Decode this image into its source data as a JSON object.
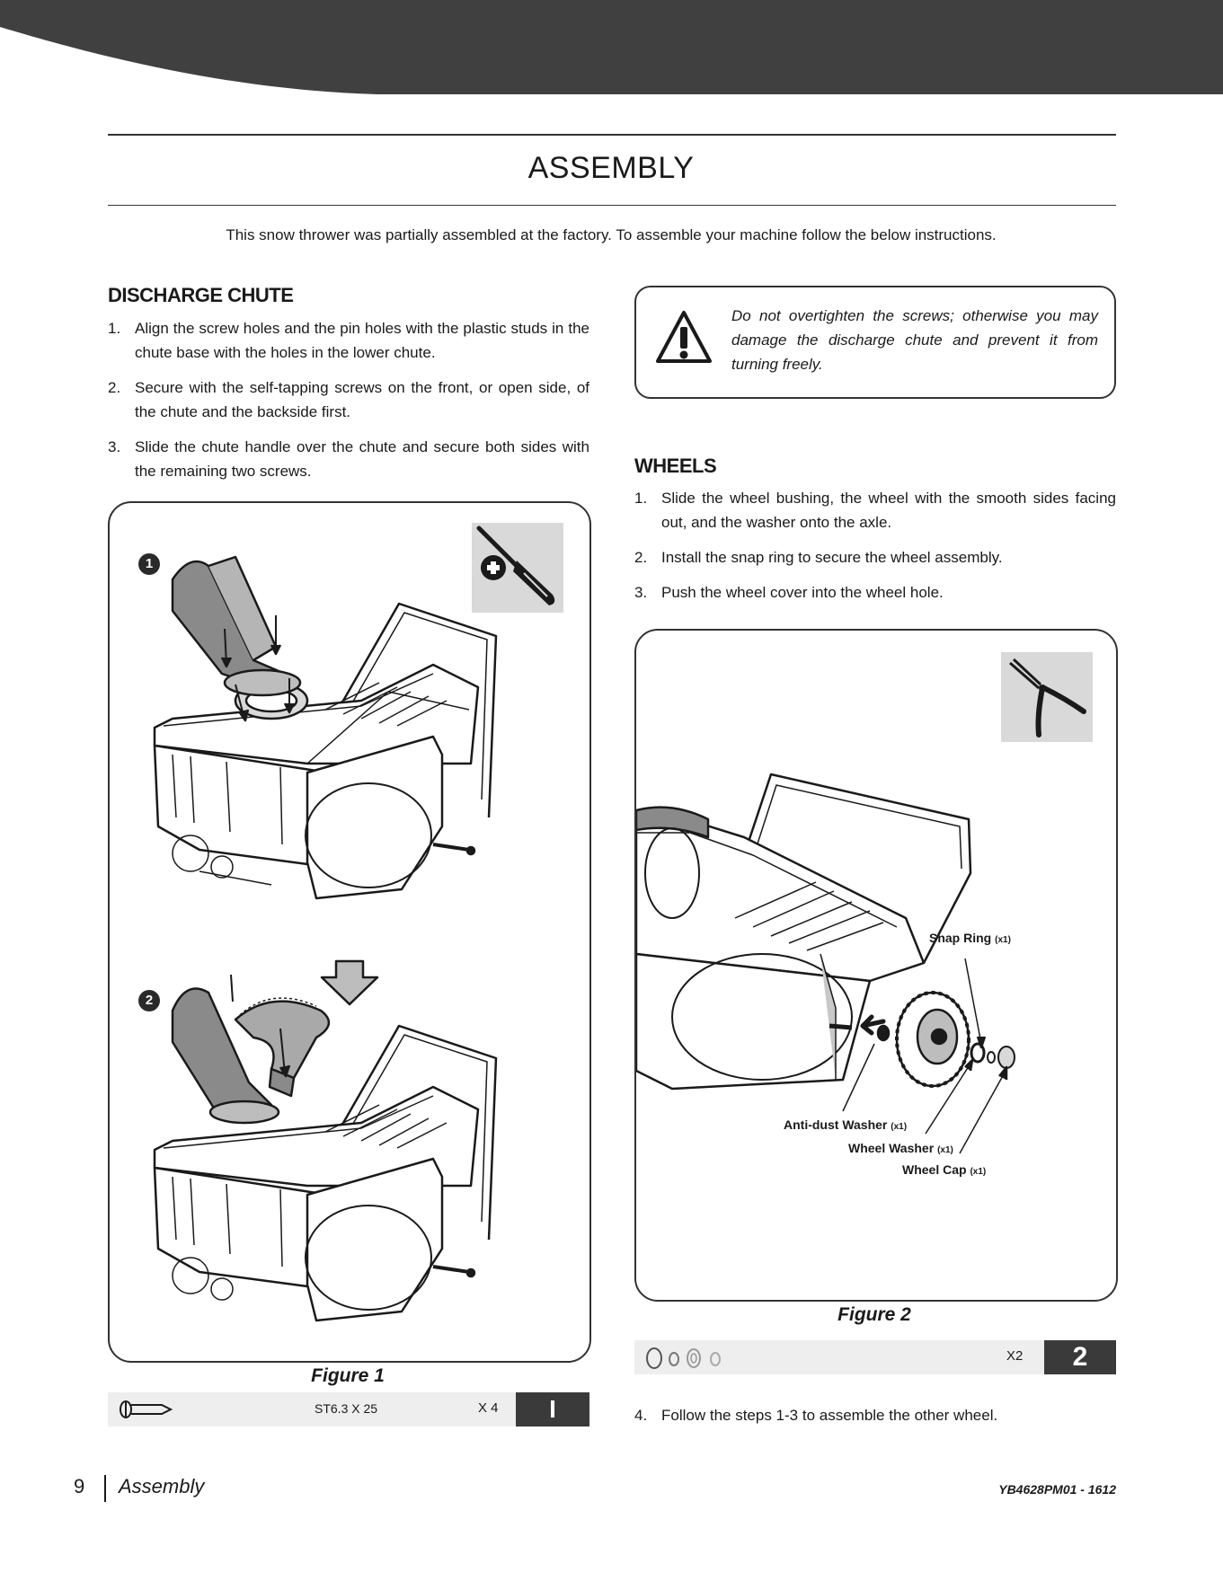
{
  "title": "ASSEMBLY",
  "intro": "This snow thrower was partially assembled at the factory. To assemble your machine follow the below instructions.",
  "discharge_chute": {
    "heading": "DISCHARGE CHUTE",
    "steps": [
      {
        "num": "1.",
        "text": "Align the screw holes and the pin holes with the plastic studs in the chute base with the holes in the lower chute."
      },
      {
        "num": "2.",
        "text": "Secure with the self-tapping screws on the front, or open side, of the chute and the backside first."
      },
      {
        "num": "3.",
        "text": "Slide the chute handle over the chute and secure both sides with the remaining two screws."
      }
    ]
  },
  "warning": {
    "text": "Do not overtighten the screws; otherwise you may damage the discharge chute and prevent it from turning freely."
  },
  "wheels": {
    "heading": "WHEELS",
    "steps": [
      {
        "num": "1.",
        "text": "Slide the wheel bushing, the wheel with the smooth sides facing out, and the washer onto the axle."
      },
      {
        "num": "2.",
        "text": "Install the snap ring to secure the wheel assembly."
      },
      {
        "num": "3.",
        "text": "Push the wheel cover into the wheel hole."
      }
    ],
    "step4": {
      "num": "4.",
      "text": "Follow the steps 1-3 to assemble the other wheel."
    }
  },
  "figure1": {
    "caption": "Figure 1",
    "step_badges": [
      "1",
      "2"
    ],
    "parts": {
      "spec": "ST6.3 X 25",
      "qty": "X 4",
      "bag": "I"
    }
  },
  "figure2": {
    "caption": "Figure 2",
    "callouts": {
      "snap_ring": "Snap Ring",
      "snap_ring_qty": "(x1)",
      "anti_dust_washer": "Anti-dust Washer",
      "anti_dust_washer_qty": "(x1)",
      "wheel_washer": "Wheel Washer",
      "wheel_washer_qty": "(x1)",
      "wheel_cap": "Wheel Cap",
      "wheel_cap_qty": "(x1)"
    },
    "parts": {
      "qty": "X2",
      "bag": "2"
    }
  },
  "footer": {
    "page_number": "9",
    "section": "Assembly",
    "doc_code": "YB4628PM01 - 1612"
  },
  "colors": {
    "banner": "#404040",
    "tool_bg": "#d9d9d9",
    "bag_badge": "#3a3a3a"
  }
}
